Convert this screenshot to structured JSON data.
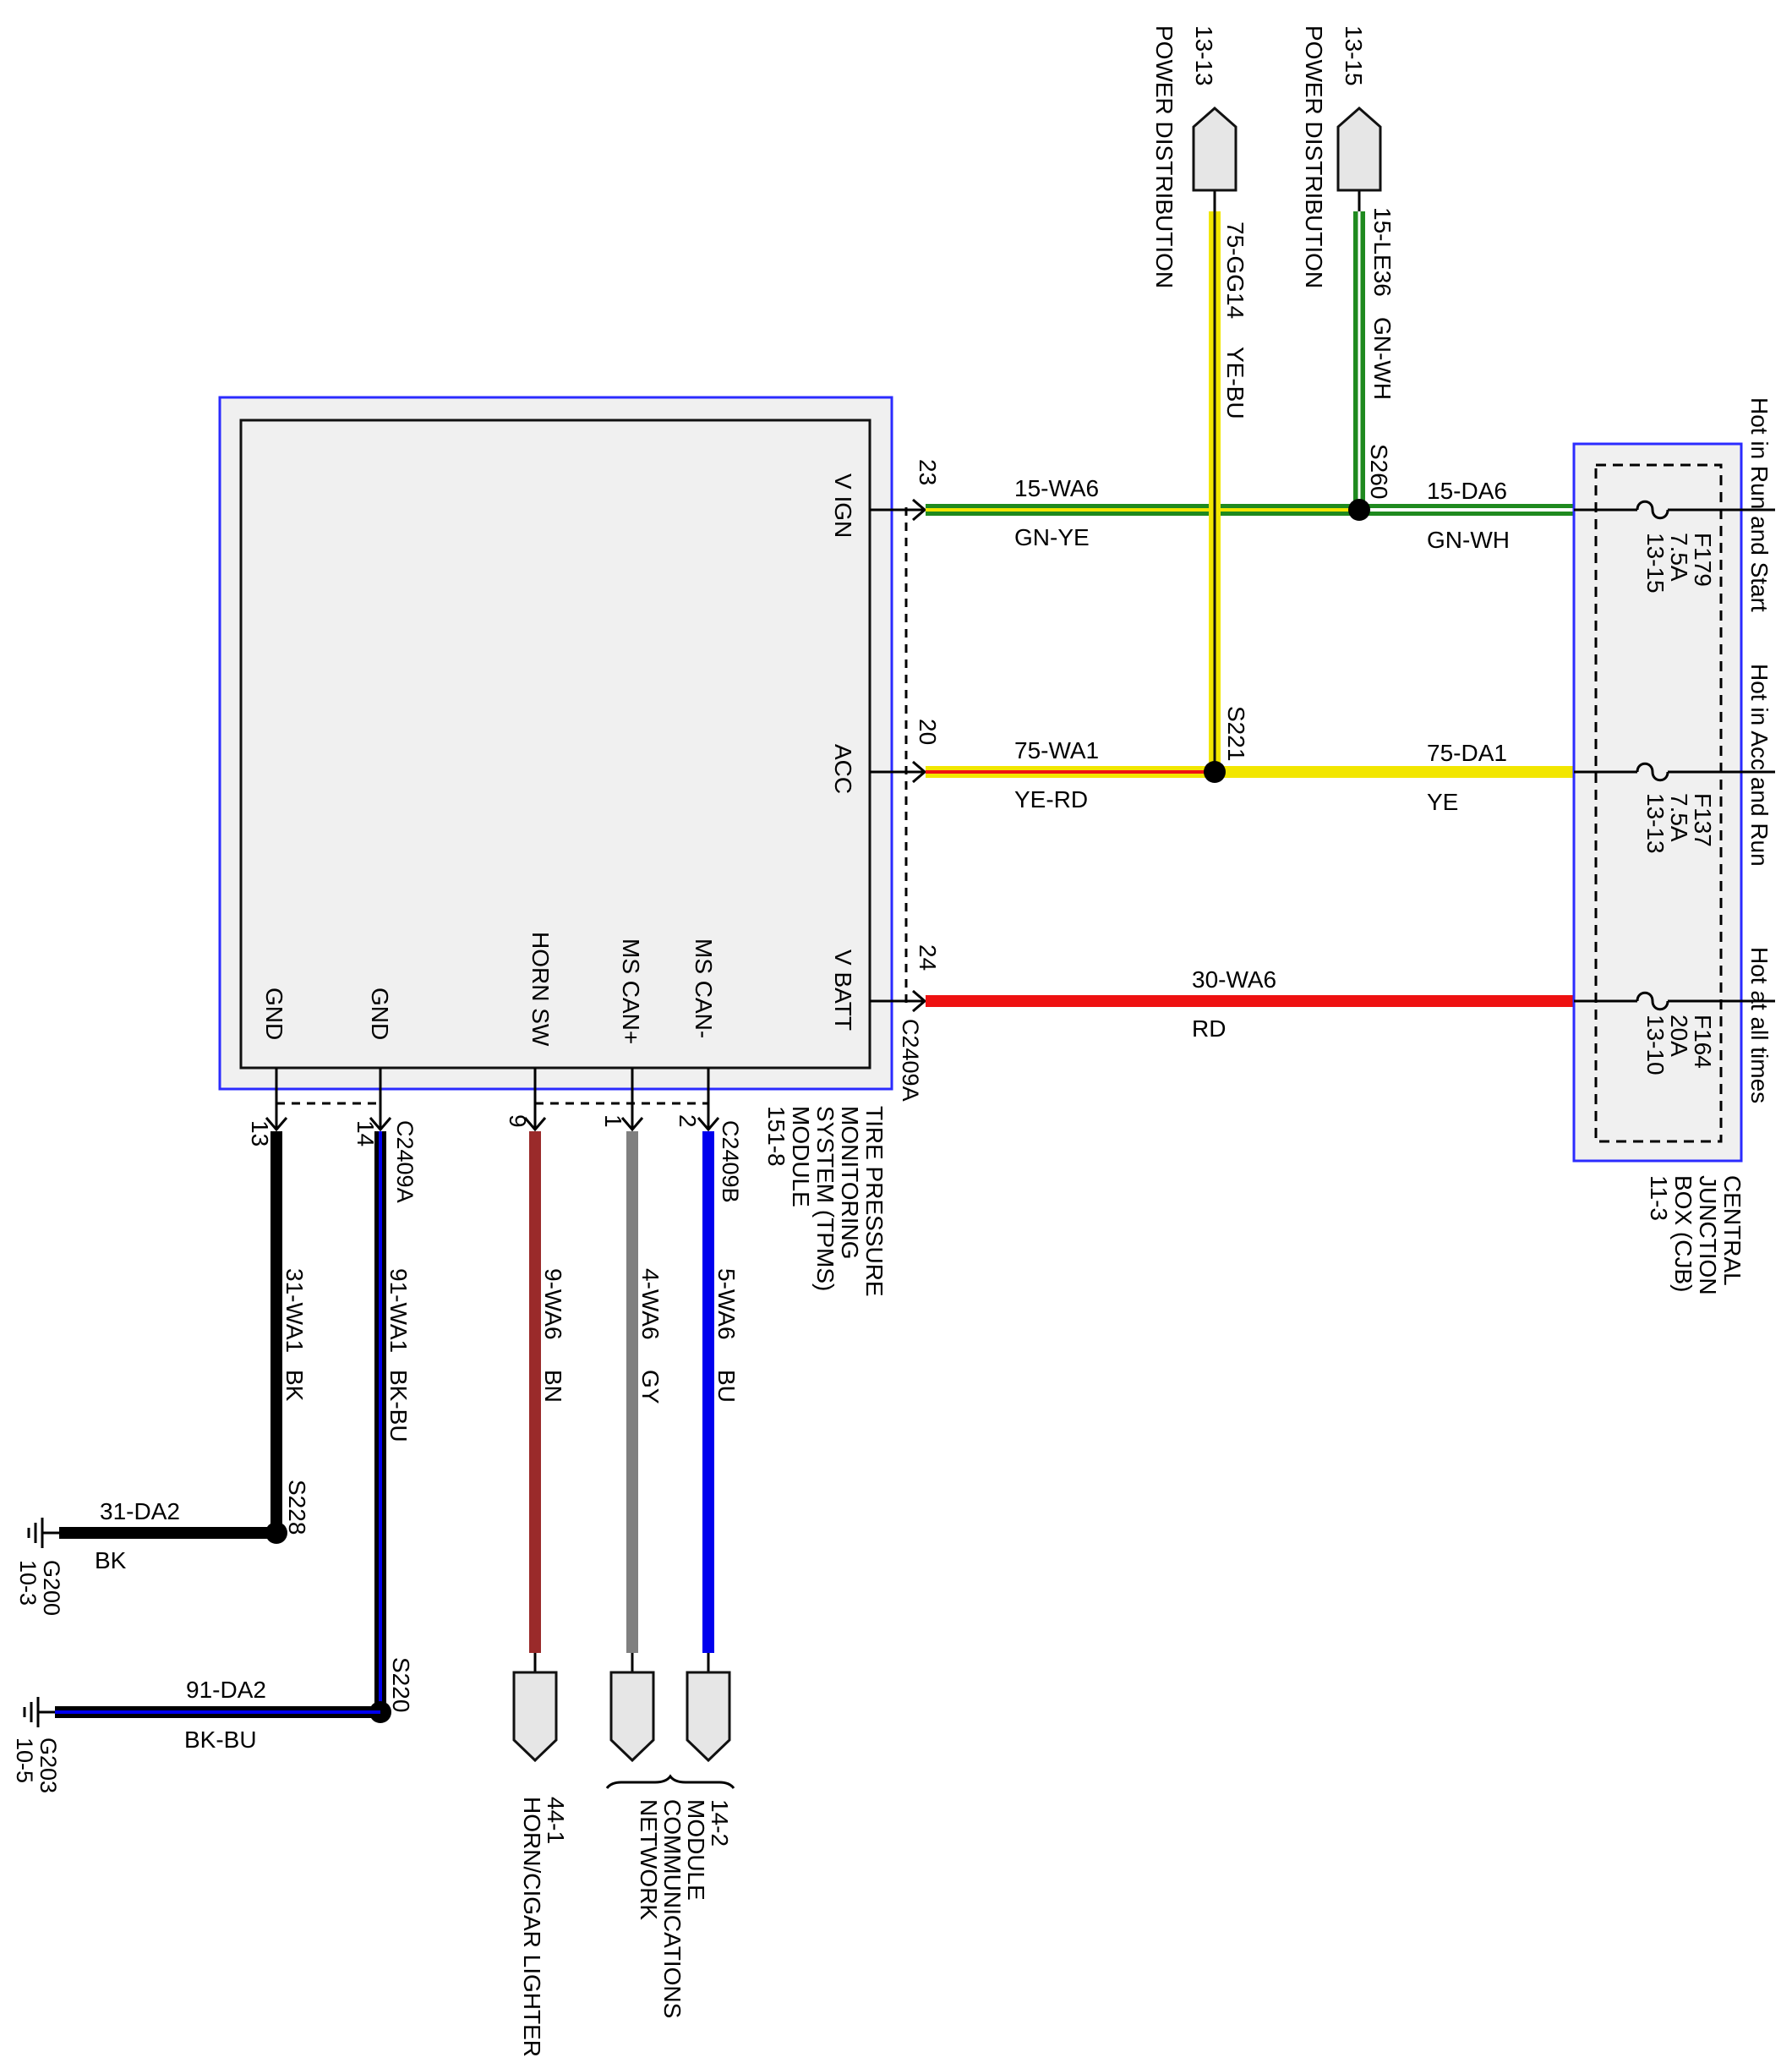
{
  "module": {
    "name_lines": [
      "TIRE PRESSURE",
      "MONITORING",
      "SYSTEM (TPMS)",
      "MODULE",
      "151-8"
    ],
    "pins": {
      "vign": "V IGN",
      "acc": "ACC",
      "vbatt": "V BATT",
      "ms_can_minus": "MS CAN-",
      "ms_can_plus": "MS CAN+",
      "horn_sw": "HORN SW",
      "gnd1": "GND",
      "gnd2": "GND"
    },
    "connector_right": "C2409A",
    "connector_bottom_a": "C2409A",
    "connector_bottom_b": "C2409B",
    "pin_numbers": {
      "vign": "23",
      "acc": "20",
      "vbatt": "24",
      "ms_can_minus": "2",
      "ms_can_plus": "1",
      "horn_sw": "9",
      "gnd_14": "14",
      "gnd_13": "13"
    }
  },
  "cjb": {
    "name_lines": [
      "CENTRAL",
      "JUNCTION",
      "BOX (CJB)",
      "11-3"
    ],
    "fuses": [
      {
        "id": "F179",
        "rating": "7.5A",
        "ref": "13-15",
        "hot": "Hot in Run and Start"
      },
      {
        "id": "F137",
        "rating": "7.5A",
        "ref": "13-13",
        "hot": "Hot in Acc and Run"
      },
      {
        "id": "F164",
        "rating": "20A",
        "ref": "13-10",
        "hot": "Hot at all times"
      }
    ]
  },
  "power_refs": [
    {
      "ref": "13-13",
      "label": "POWER DISTRIBUTION"
    },
    {
      "ref": "13-15",
      "label": "POWER DISTRIBUTION"
    }
  ],
  "wires": {
    "vign": {
      "circuit": "15-WA6",
      "color": "GN-YE"
    },
    "vign_cjb": {
      "circuit": "15-DA6",
      "color": "GN-WH"
    },
    "acc": {
      "circuit": "75-WA1",
      "color": "YE-RD"
    },
    "acc_cjb": {
      "circuit": "75-DA1",
      "color": "YE"
    },
    "vbatt": {
      "circuit": "30-WA6",
      "color": "RD"
    },
    "pd_13_13": {
      "circuit": "75-GG14",
      "color": "YE-BU"
    },
    "pd_13_15": {
      "circuit": "15-LE36",
      "color": "GN-WH"
    },
    "ms_can_minus": {
      "circuit": "5-WA6",
      "color": "BU"
    },
    "ms_can_plus": {
      "circuit": "4-WA6",
      "color": "GY"
    },
    "horn_sw": {
      "circuit": "9-WA6",
      "color": "BN"
    },
    "gnd14": {
      "circuit": "91-WA1",
      "color": "BK-BU"
    },
    "gnd13": {
      "circuit": "31-WA1",
      "color": "BK"
    },
    "g200": {
      "circuit": "31-DA2",
      "color": "BK"
    },
    "g203": {
      "circuit": "91-DA2",
      "color": "BK-BU"
    }
  },
  "splices": {
    "s260": "S260",
    "s221": "S221",
    "s228": "S228",
    "s220": "S220"
  },
  "grounds": [
    {
      "id": "G200",
      "ref": "10-3"
    },
    {
      "id": "G203",
      "ref": "10-5"
    }
  ],
  "destinations": {
    "horn": {
      "ref": "44-1",
      "label": "HORN/CIGAR LIGHTER"
    },
    "network": {
      "ref": "14-2",
      "label_lines": [
        "MODULE",
        "COMMUNICATIONS",
        "NETWORK"
      ]
    }
  },
  "colors": {
    "green": "#1f8a1f",
    "yellow": "#f2e600",
    "red": "#ee1111",
    "blue": "#0000ee",
    "black": "#000000",
    "brown": "#9a2a2a",
    "gray": "#808080",
    "box_border": "#2b2bff"
  }
}
